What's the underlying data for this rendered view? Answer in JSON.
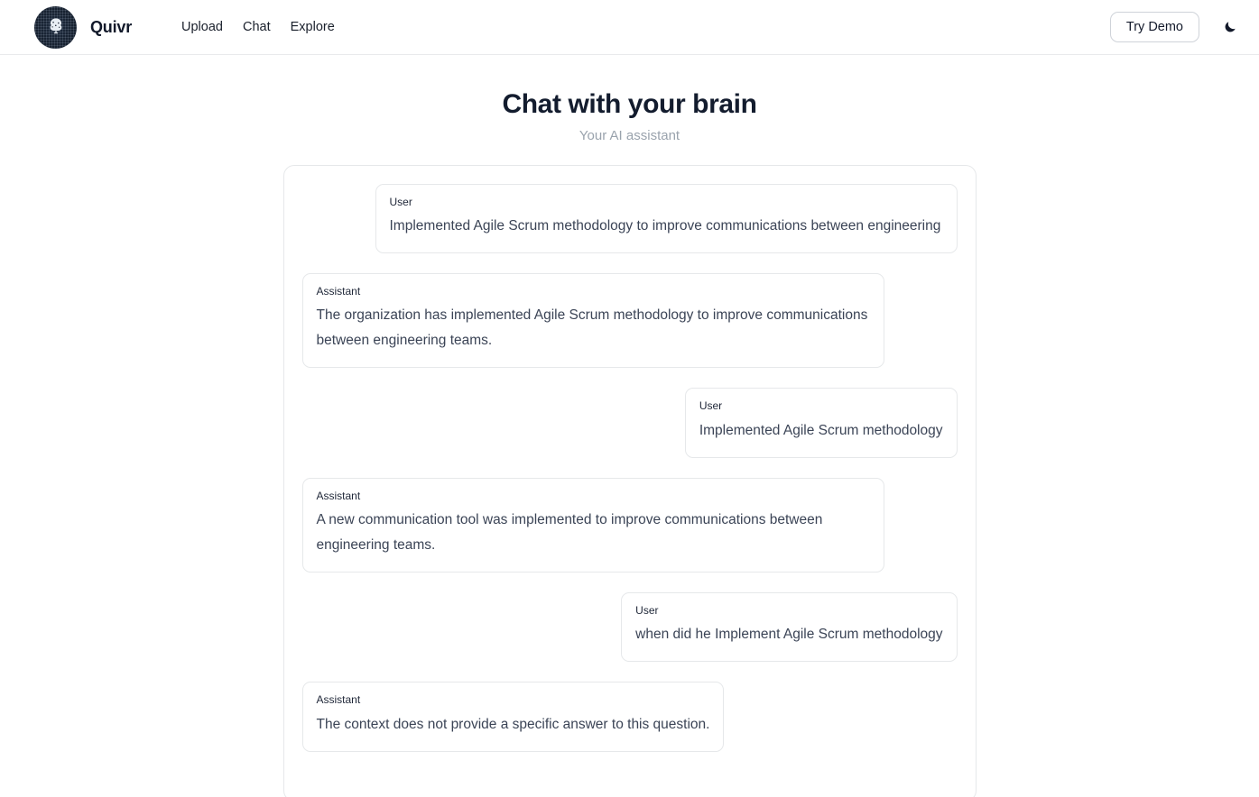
{
  "header": {
    "brand_name": "Quivr",
    "logo_icon": "quivr-tree-logo",
    "nav": [
      {
        "label": "Upload",
        "name": "nav-link-upload"
      },
      {
        "label": "Chat",
        "name": "nav-link-chat"
      },
      {
        "label": "Explore",
        "name": "nav-link-explore"
      }
    ],
    "demo_button_label": "Try Demo",
    "theme_toggle_icon": "moon-icon"
  },
  "page": {
    "title": "Chat with your brain",
    "subtitle": "Your AI assistant"
  },
  "chat": {
    "messages": [
      {
        "role": "User",
        "align": "right",
        "wide": true,
        "text": "Implemented Agile Scrum methodology to improve communications between engineering"
      },
      {
        "role": "Assistant",
        "align": "left",
        "wide": true,
        "text": "The organization has implemented Agile Scrum methodology to improve communications between engineering teams."
      },
      {
        "role": "User",
        "align": "right",
        "wide": false,
        "text": "Implemented Agile Scrum methodology"
      },
      {
        "role": "Assistant",
        "align": "left",
        "wide": true,
        "text": "A new communication tool was implemented to improve communications between engineering teams."
      },
      {
        "role": "User",
        "align": "right",
        "wide": false,
        "text": "when did he Implement Agile Scrum methodology"
      },
      {
        "role": "Assistant",
        "align": "left",
        "wide": false,
        "text": "The context does not provide a specific answer to this question."
      }
    ]
  },
  "colors": {
    "text_dark": "#12192a",
    "text_body": "#3b4456",
    "text_muted": "#9aa3ad",
    "border": "#e6e8ea",
    "background": "#ffffff",
    "logo_dark": "#16202e"
  }
}
